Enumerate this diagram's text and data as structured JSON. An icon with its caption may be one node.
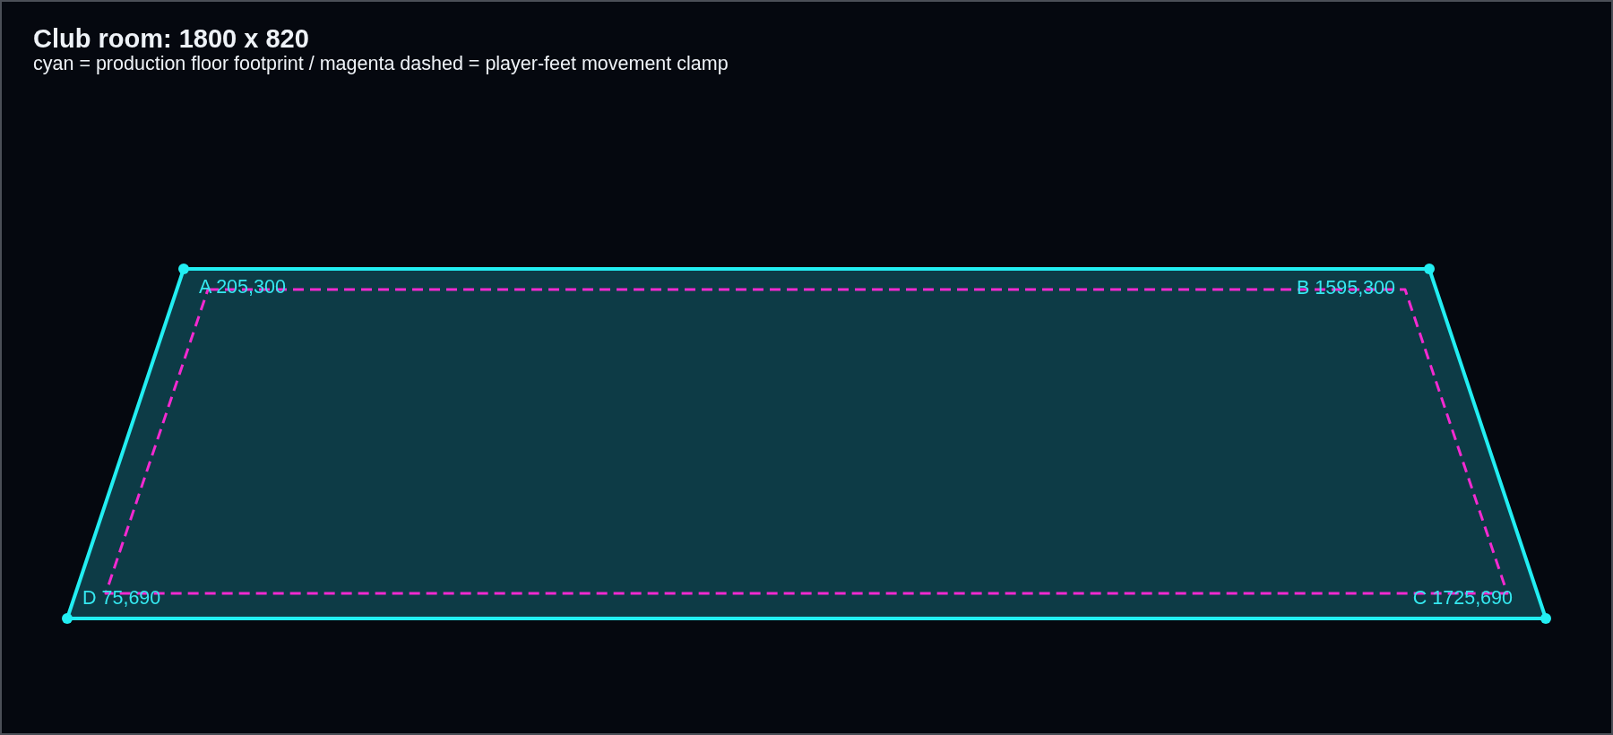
{
  "diagram": {
    "title": "Club room: 1800 x 820",
    "labels": [
      "cyan = production floor footprint / magenta dashed = player-feet movement clamp",
      "A 205,300",
      "B 1595,300",
      "C 1725,690",
      "D 75,690"
    ]
  }
}
